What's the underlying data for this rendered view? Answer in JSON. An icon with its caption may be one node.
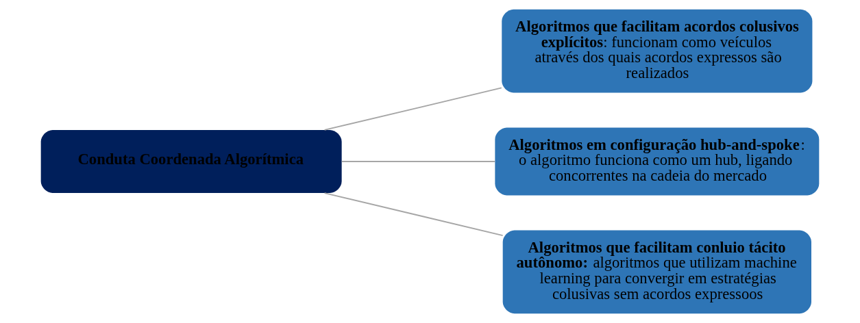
{
  "diagram": {
    "nodes": [
      {
        "text": [
          "**Conduta Coordenada Algorítmica**"
        ]
      },
      {
        "text": [
          "**Algoritmos que facilitam acordos colusivos explícitos**: funcionam como veículos através dos quais acordos expressos são realizados"
        ]
      },
      {
        "text": [
          "**Algoritmos em configuração hub-and-spoke**: o algoritmo funciona como um hub, ligando concorrentes na cadeia do mercado"
        ]
      },
      {
        "text": [
          "**Algoritmos que facilitam conluio tácito autônomo:** algoritmos que utilizam machine learning para convergir em estratégias colusivas sem acordos expressoos"
        ]
      }
    ],
    "edges": [
      {
        "from": 0,
        "to": 1,
        "arrow": "none"
      },
      {
        "from": 0,
        "to": 2,
        "arrow": "none"
      },
      {
        "from": 0,
        "to": 3,
        "arrow": "none"
      }
    ]
  }
}
